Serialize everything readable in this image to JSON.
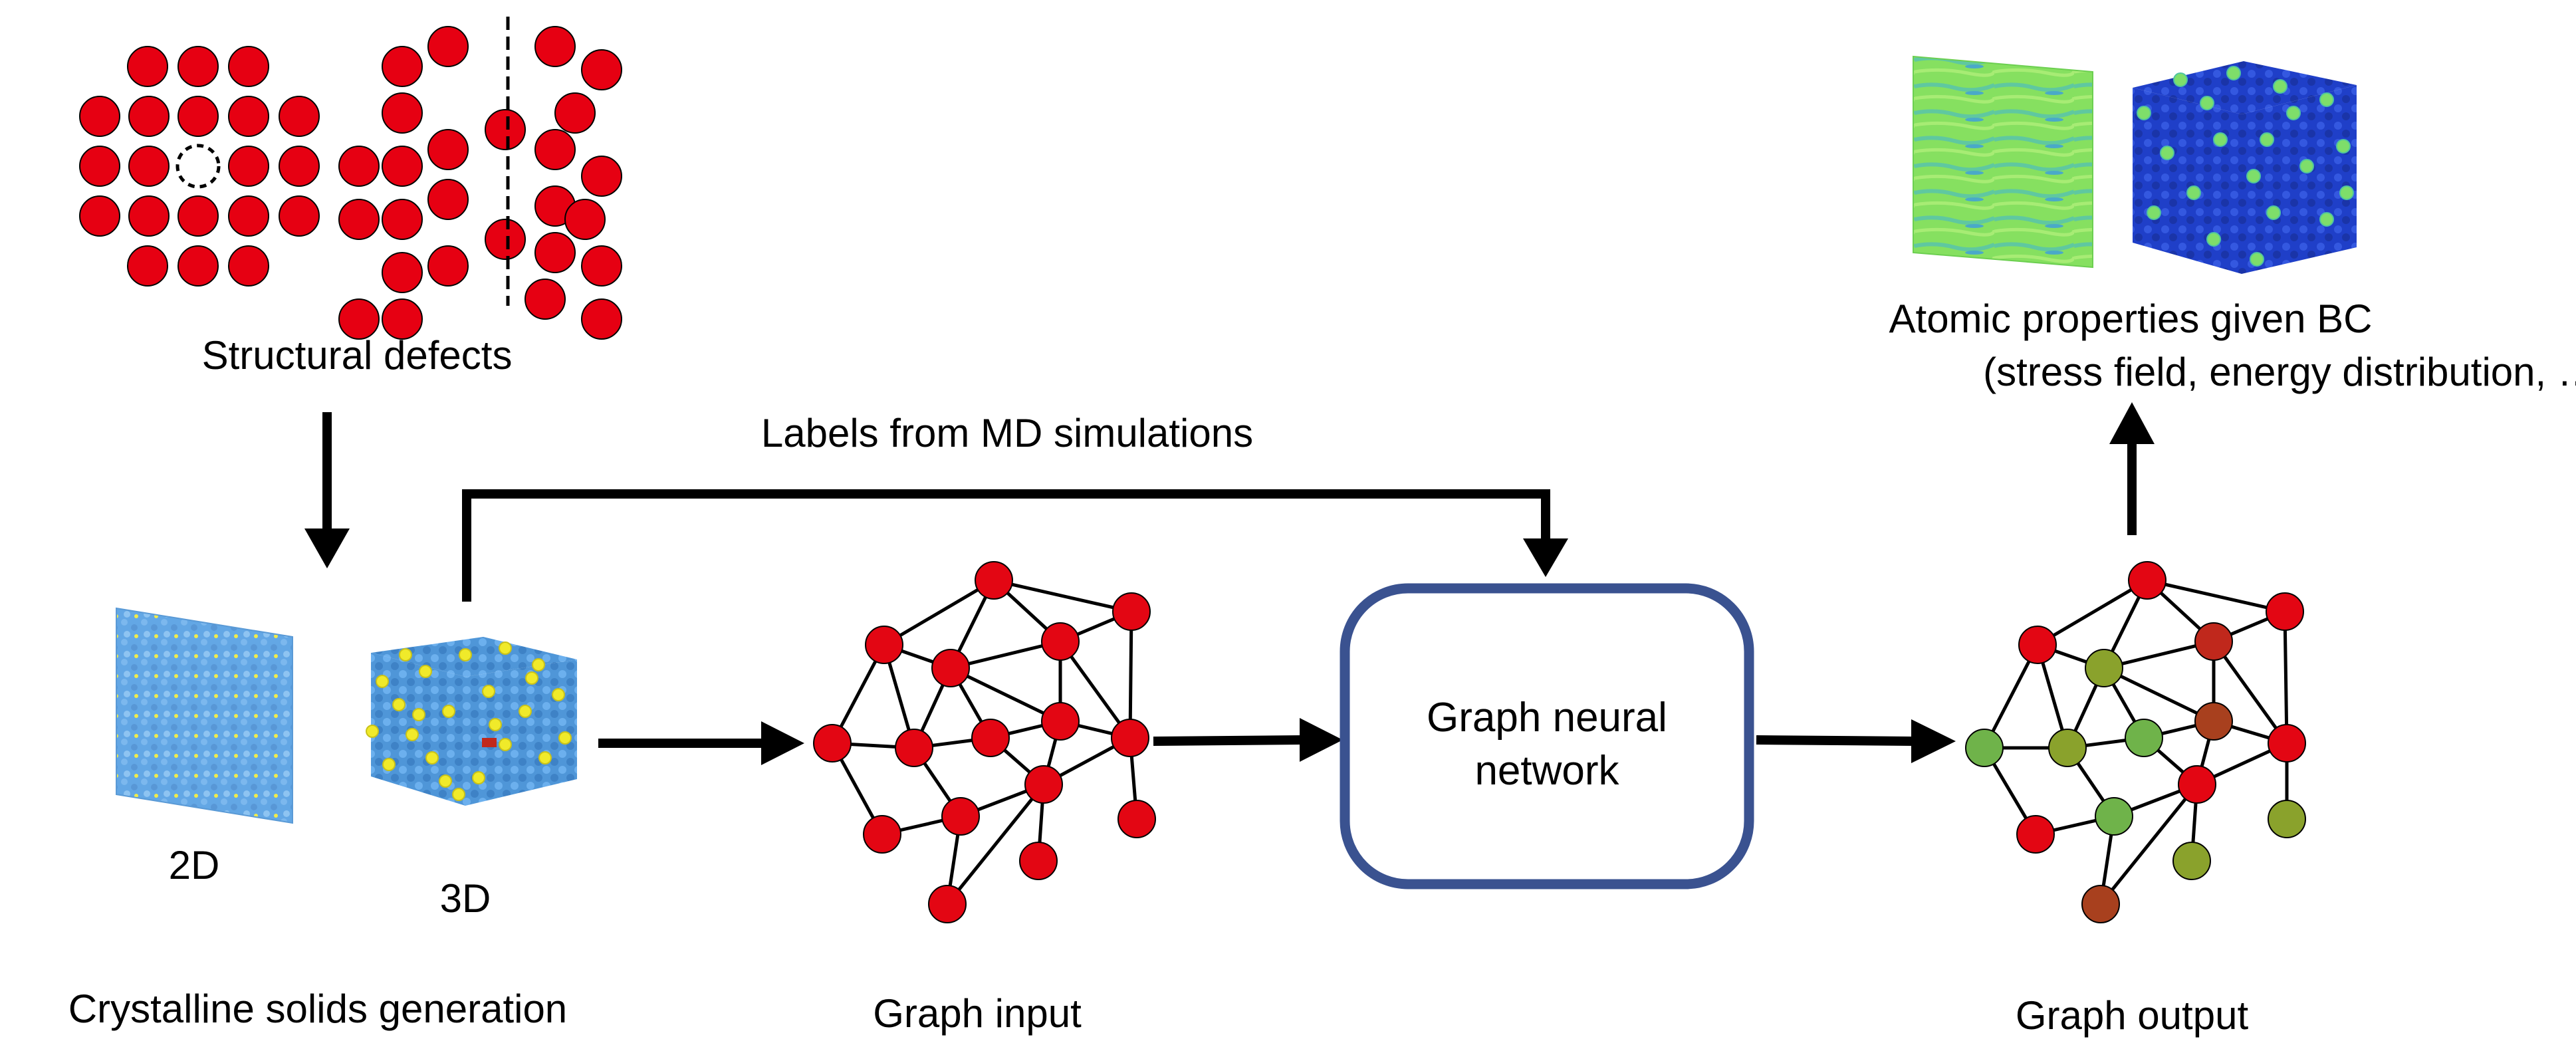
{
  "labels": {
    "structural_defects": "Structural defects",
    "labels_from_md": "Labels from MD simulations",
    "two_d": "2D",
    "three_d": "3D",
    "crystalline_generation": "Crystalline solids generation",
    "graph_input": "Graph input",
    "gnn_line1": "Graph neural",
    "gnn_line2": "network",
    "graph_output": "Graph output",
    "atomic_props_line1": "Atomic properties given BC",
    "atomic_props_line2": "(stress field, energy distribution, …)"
  },
  "colors": {
    "atom_red": "#e60012",
    "node_red": "#e30613",
    "node_dark_red": "#c0281c",
    "node_brown": "#a8401e",
    "node_green_light": "#6fb34a",
    "node_olive": "#8aa22c",
    "gnn_box_border": "#3a5290",
    "atom_blue": "#4f96d8",
    "atom_yellow": "#f0ea2a",
    "field_green": "#7edc5a",
    "field_navy": "#1f3fc8",
    "edge": "#000000"
  }
}
